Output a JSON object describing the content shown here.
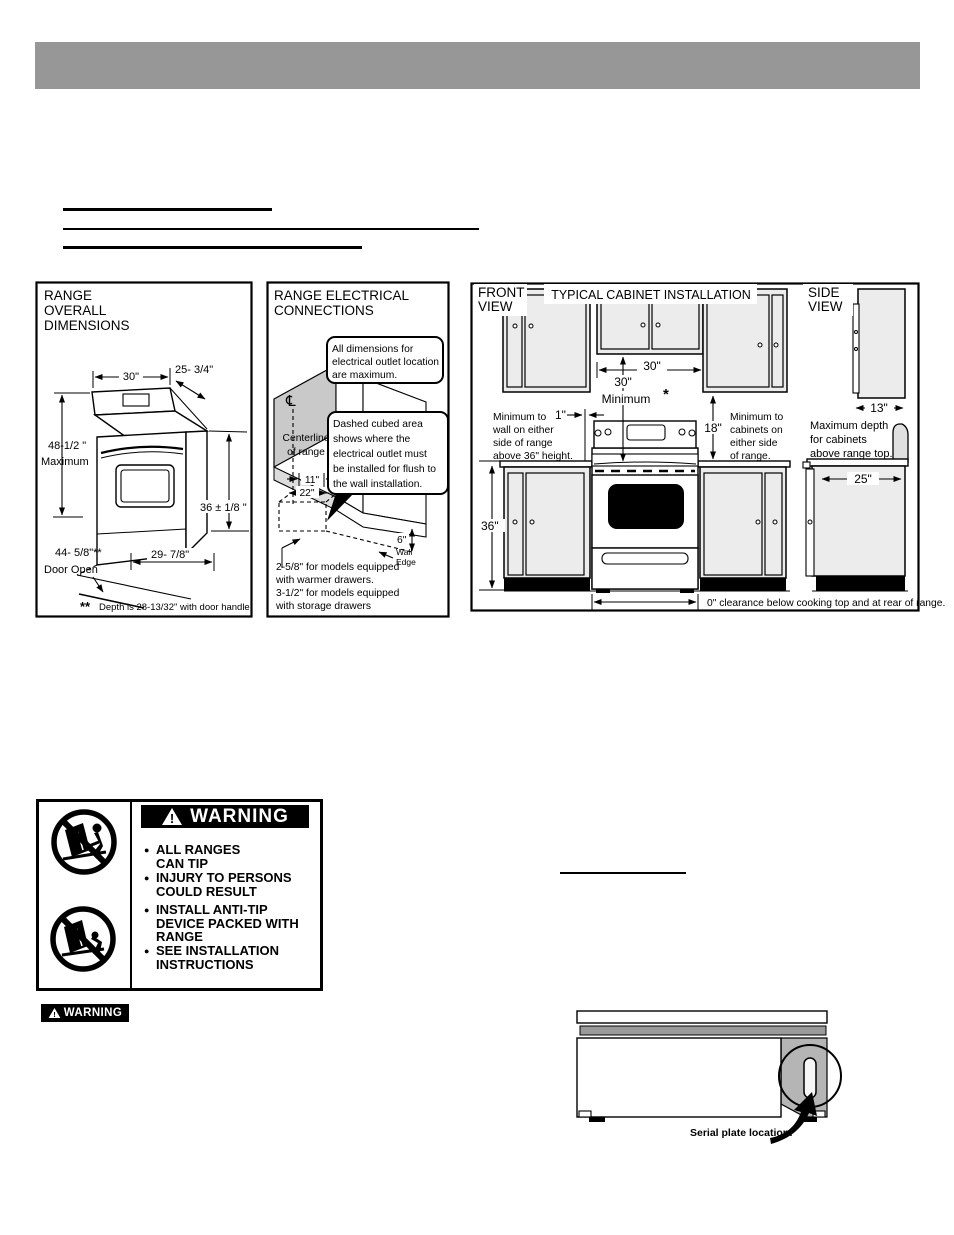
{
  "page": {
    "header_bar_color": "#979797"
  },
  "overall": {
    "title": [
      "RANGE",
      "OVERALL",
      "DIMENSIONS"
    ],
    "w30": "30\"",
    "d2534": "25- 3/4\"",
    "h4812a": "48-1/2 \"",
    "h4812b": "Maximum",
    "h36": "36 ± 1/8 \"",
    "d4458a": "44- 5/8\"**",
    "d4458b": "Door Open",
    "w2978": "29- 7/8\"",
    "fn_stars": "**",
    "fn": "Depth is 28-13/32\" with door handle."
  },
  "electrical": {
    "title": [
      "RANGE ELECTRICAL",
      "CONNECTIONS"
    ],
    "c1": [
      "All dimensions for",
      "electrical outlet location",
      "are maximum."
    ],
    "cl": "℄",
    "center": [
      "Centerline",
      "of range"
    ],
    "c2": [
      "Dashed cubed area",
      "shows where the",
      "electrical outlet must",
      "be installed for flush to",
      "the wall installation."
    ],
    "d11": "11\"",
    "d22": "22\"",
    "d6": "6\"",
    "wall": [
      "Wall",
      "Edge"
    ],
    "note": [
      "2-5/8\" for models equipped",
      "with warmer drawers.",
      "3-1/2\" for models equipped",
      "with storage drawers"
    ]
  },
  "cabinet": {
    "fv": [
      "FRONT",
      "VIEW"
    ],
    "title": "TYPICAL CABINET INSTALLATION",
    "sv": [
      "SIDE",
      "VIEW"
    ],
    "w30": "30\"",
    "min30": [
      "30\"",
      "Minimum"
    ],
    "star": "*",
    "d1": "1\"",
    "wallnote": [
      "Minimum to",
      "wall on either",
      "side of range",
      "above 36\" height."
    ],
    "d18": "18\"",
    "cabnote": [
      "Minimum to",
      "cabinets on",
      "either side",
      "of range."
    ],
    "d36": "36\"",
    "d13": "13\"",
    "depthnote": [
      "Maximum depth",
      "for cabinets",
      "above range top."
    ],
    "d25": "25\"",
    "clearance": "0\" clearance below cooking top and at rear of range."
  },
  "warn": {
    "banner": "WARNING",
    "excl": "!",
    "bullet": "●",
    "items": [
      [
        "ALL RANGES",
        "CAN TIP"
      ],
      [
        "INJURY TO PERSONS",
        "COULD RESULT"
      ],
      [
        "INSTALL ANTI-TIP",
        "DEVICE PACKED WITH",
        "RANGE"
      ],
      [
        "SEE INSTALLATION",
        "INSTRUCTIONS"
      ]
    ]
  },
  "warnsmall": {
    "label": "WARNING",
    "excl": "!"
  },
  "serial": {
    "label": "Serial plate location:"
  }
}
